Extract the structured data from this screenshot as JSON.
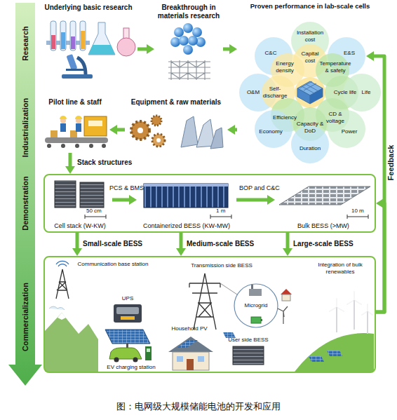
{
  "diagram": {
    "caption": "图：电网级大规模储能电池的开发和应用",
    "nodes": [
      {
        "text": [
          "Underlying basic research"
        ]
      },
      {
        "text": [
          "Breakthrough in materials research"
        ]
      },
      {
        "text": [
          "Proven performance in lab-scale cells"
        ]
      },
      {
        "text": [
          "C&C"
        ],
        "in": 2
      },
      {
        "text": [
          "Installation cost"
        ],
        "in": 2
      },
      {
        "text": [
          "E&S"
        ],
        "in": 2
      },
      {
        "text": [
          "Energy density"
        ],
        "in": 2
      },
      {
        "text": [
          "Capital cost"
        ],
        "in": 2
      },
      {
        "text": [
          "Temperature & safety"
        ],
        "in": 2
      },
      {
        "text": [
          "O&M"
        ],
        "in": 2
      },
      {
        "text": [
          "Self-discharge"
        ],
        "in": 2
      },
      {
        "text": [
          "Cycle life"
        ],
        "in": 2
      },
      {
        "text": [
          "Life"
        ],
        "in": 2
      },
      {
        "text": [
          "Efficiency"
        ],
        "in": 2
      },
      {
        "text": [
          "CD & voltage"
        ],
        "in": 2
      },
      {
        "text": [
          "Economy"
        ],
        "in": 2
      },
      {
        "text": [
          "Capacity & DoD"
        ],
        "in": 2
      },
      {
        "text": [
          "Power"
        ],
        "in": 2
      },
      {
        "text": [
          "Duration"
        ],
        "in": 2
      },
      {
        "text": [
          "Pilot line & staff"
        ]
      },
      {
        "text": [
          "Equipment & raw materials"
        ]
      },
      {
        "text": []
      },
      {
        "text": [
          "Cell stack (W-KW)"
        ],
        "in": 21
      },
      {
        "text": [
          "Containerized BESS (KW-MW)"
        ],
        "in": 21
      },
      {
        "text": [
          "Bulk BESS (>MW)"
        ],
        "in": 21
      },
      {
        "text": []
      },
      {
        "text": [
          "Communication base station"
        ],
        "in": 25
      },
      {
        "text": [
          "UPS"
        ],
        "in": 25
      },
      {
        "text": [
          "Transmission side BESS"
        ],
        "in": 25
      },
      {
        "text": [
          "Microgrid"
        ],
        "in": 25
      },
      {
        "text": [
          "Integration of bulk renewables"
        ],
        "in": 25
      },
      {
        "text": [
          "Household PV"
        ],
        "in": 25
      },
      {
        "text": [
          "User side BESS"
        ],
        "in": 25
      },
      {
        "text": [
          "EV charging station"
        ],
        "in": 25
      }
    ],
    "edges": [
      {
        "from": 0,
        "to": 1,
        "arrow": "to"
      },
      {
        "from": 1,
        "to": 2,
        "arrow": "to"
      },
      {
        "from": 2,
        "to": 20,
        "arrow": "to"
      },
      {
        "from": 20,
        "to": 19,
        "arrow": "to"
      },
      {
        "from": 19,
        "to": 21,
        "label": "Stack structures",
        "arrow": "to"
      },
      {
        "from": 22,
        "to": 23,
        "label": "PCS & BMS",
        "arrow": "to"
      },
      {
        "from": 23,
        "to": 24,
        "label": "BOP and C&C",
        "arrow": "to"
      },
      {
        "from": 21,
        "to": 25,
        "label": "Small-scale BESS",
        "arrow": "to"
      },
      {
        "from": 21,
        "to": 25,
        "label": "Medium-scale BESS",
        "arrow": "to"
      },
      {
        "from": 21,
        "to": 25,
        "label": "Large-scale BESS",
        "arrow": "to"
      },
      {
        "from": 25,
        "to": 5,
        "label": "Feedback",
        "arrow": "to"
      },
      {
        "from": 25,
        "to": 21,
        "arrow": "to"
      }
    ],
    "labels": [
      "Research",
      "Industrialization",
      "Demonstration",
      "Commercialization",
      "50 cm",
      "1 m",
      "10 m"
    ]
  }
}
